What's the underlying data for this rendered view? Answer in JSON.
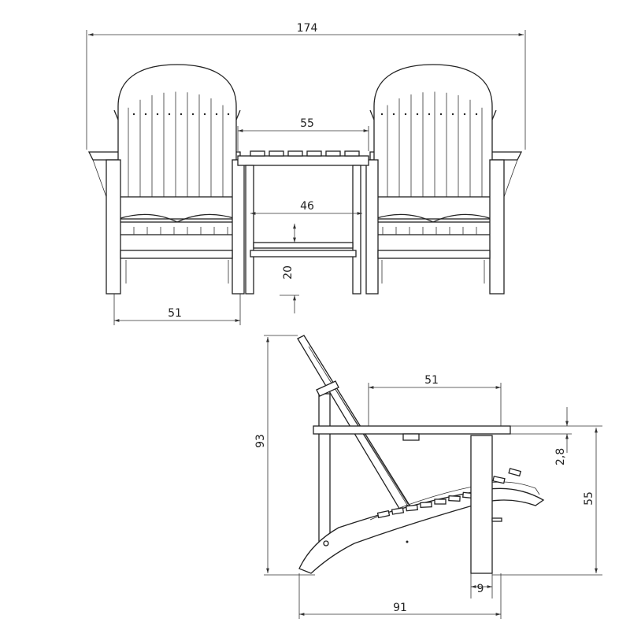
{
  "drawing": {
    "front_view": {
      "dimensions": {
        "overall_width": "174",
        "chair_gap": "55",
        "table_inner_width": "46",
        "shelf_height": "20",
        "chair_width": "51"
      }
    },
    "side_view": {
      "dimensions": {
        "overall_height": "93",
        "arm_depth": "51",
        "arm_thickness": "2,8",
        "arm_height": "55",
        "leg_width": "9",
        "overall_depth": "91"
      }
    },
    "line_color": "#222222"
  }
}
